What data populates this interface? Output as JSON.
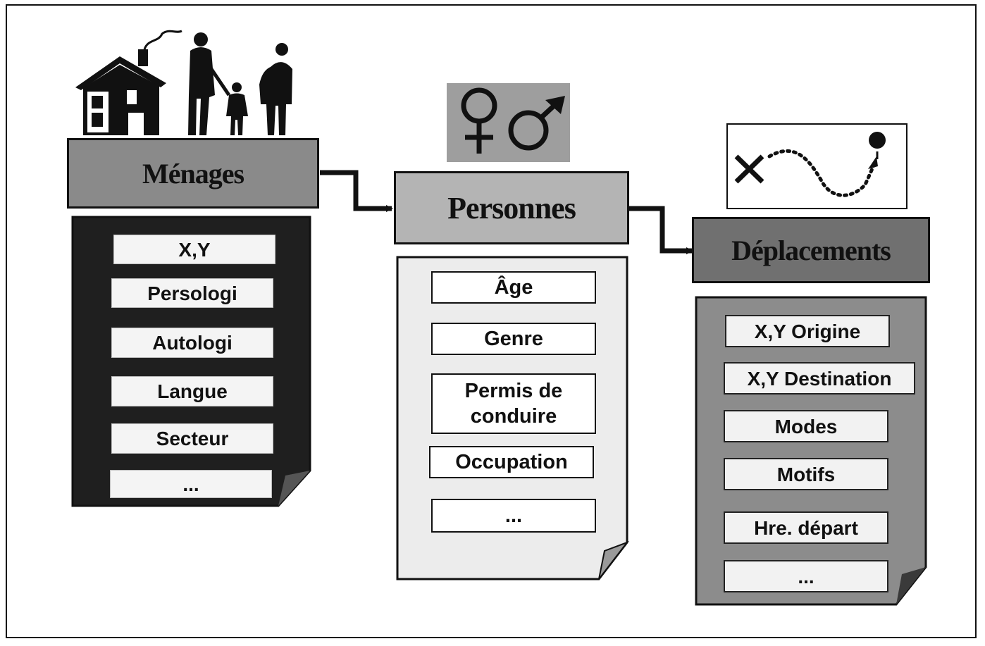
{
  "colors": {
    "menages_panel": "#1f1f1f",
    "menages_header": "#8a8a8a",
    "personnes_panel": "#ececec",
    "personnes_header": "#b4b4b4",
    "deplacements_panel": "#8c8c8c",
    "deplacements_header": "#707070",
    "gender_box": "#9e9e9e"
  },
  "icons": {
    "menages": "household-family-icon",
    "personnes": "gender-symbols-icon",
    "deplacements": "trip-path-icon"
  },
  "menages": {
    "title": "Ménages",
    "items": [
      "X,Y",
      "Persologi",
      "Autologi",
      "Langue",
      "Secteur",
      "..."
    ]
  },
  "personnes": {
    "title": "Personnes",
    "items": [
      "Âge",
      "Genre",
      "Permis de conduire",
      "Occupation",
      "..."
    ]
  },
  "deplacements": {
    "title": "Déplacements",
    "items": [
      "X,Y Origine",
      "X,Y Destination",
      "Modes",
      "Motifs",
      "Hre. départ",
      "..."
    ]
  }
}
